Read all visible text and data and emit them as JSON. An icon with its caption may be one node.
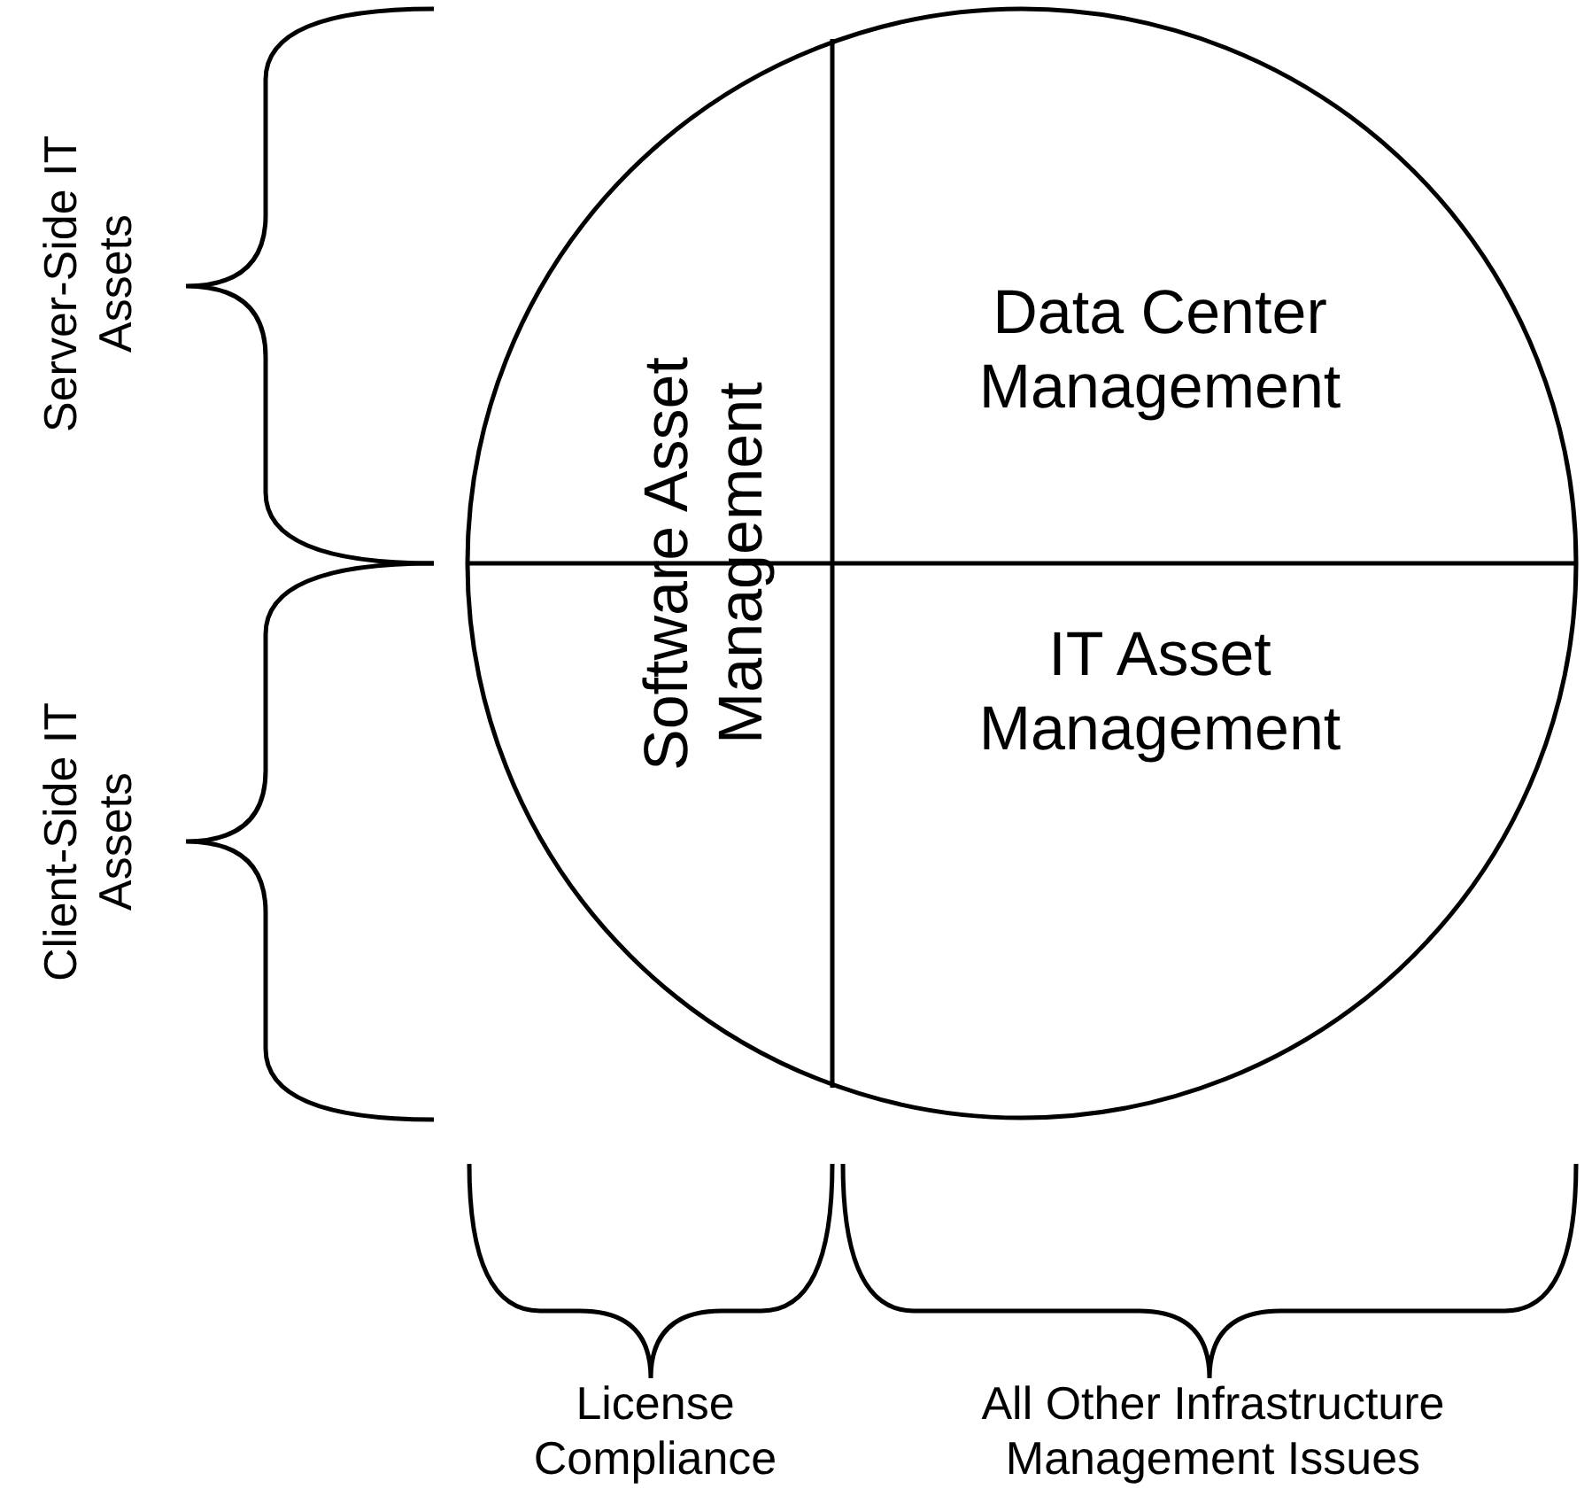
{
  "diagram": {
    "nodes": [
      {
        "text": [],
        "shape": "circle"
      },
      {
        "text": [
          "Software Asset Management"
        ],
        "in": 0
      },
      {
        "text": [
          "Data Center Management"
        ],
        "in": 0
      },
      {
        "text": [
          "IT Asset Management"
        ],
        "in": 0
      }
    ],
    "labels": [
      "Server-Side IT Assets",
      "Client-Side IT Assets",
      "License Compliance",
      "All Other Infrastructure Management Issues"
    ]
  }
}
